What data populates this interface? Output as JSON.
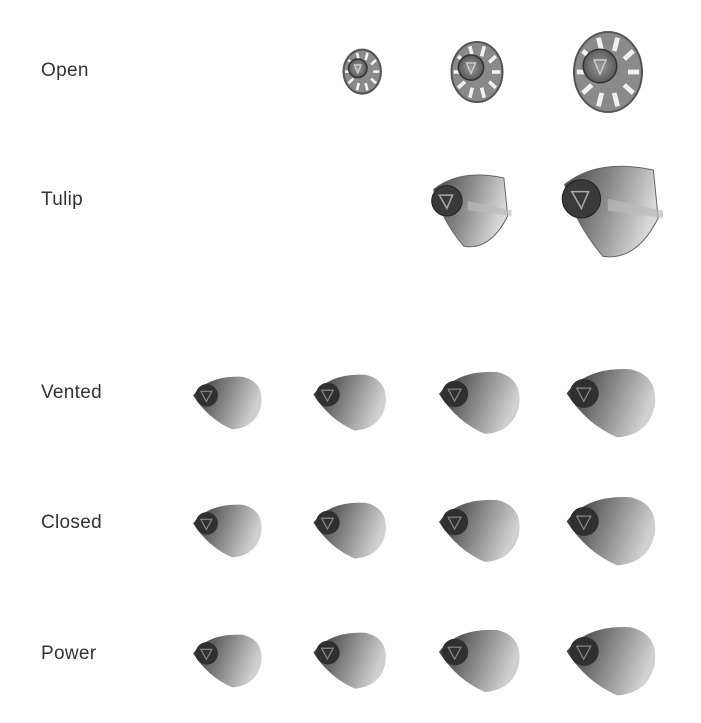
{
  "rows": [
    {
      "label": "Open",
      "type": "open",
      "sizes_shown": 3
    },
    {
      "label": "Tulip",
      "type": "tulip",
      "sizes_shown": 2
    },
    {
      "label": "Vented",
      "type": "solid",
      "sizes_shown": 4
    },
    {
      "label": "Closed",
      "type": "solid",
      "sizes_shown": 4
    },
    {
      "label": "Power",
      "type": "solid",
      "sizes_shown": 4
    }
  ]
}
